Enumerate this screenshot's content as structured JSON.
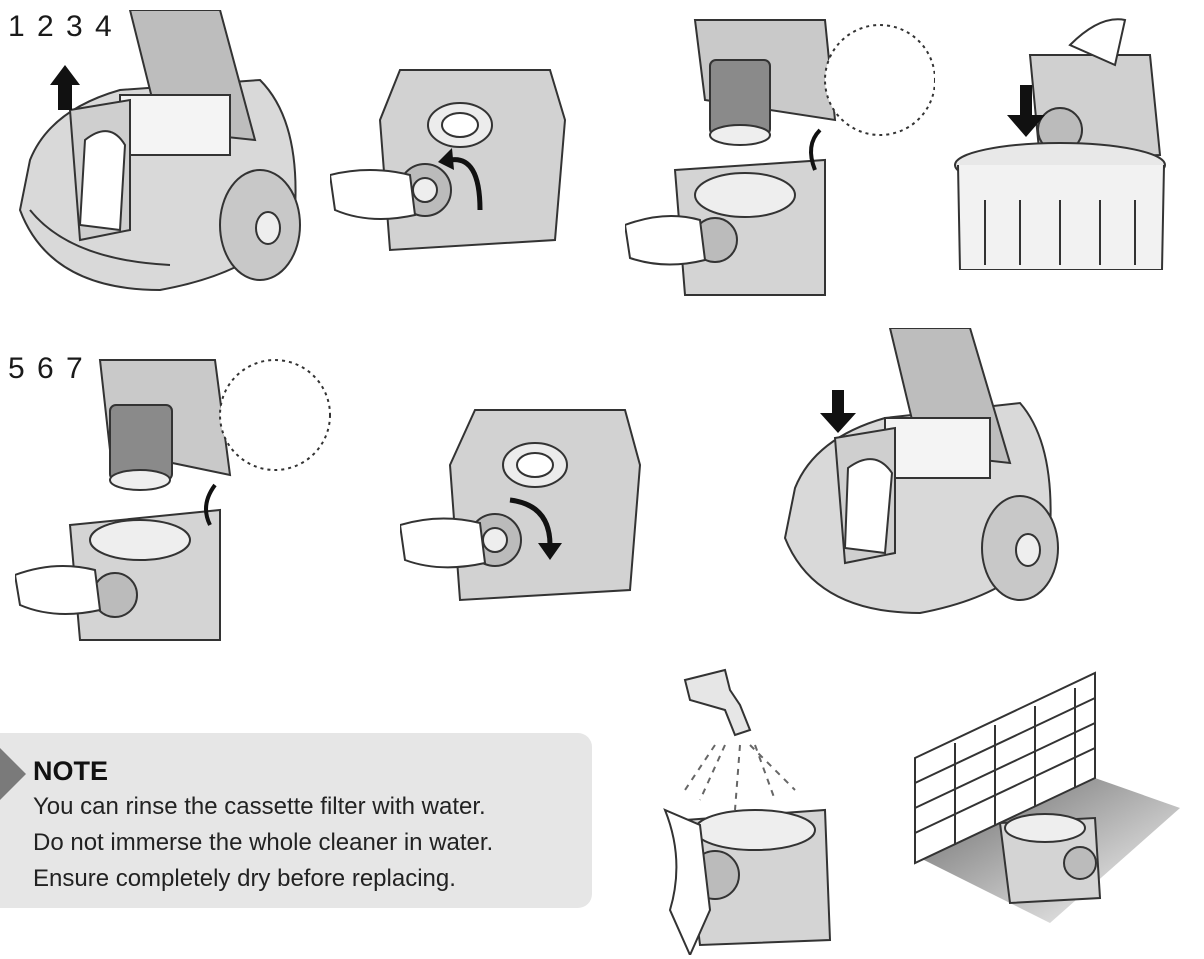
{
  "steps": {
    "row1_label": "1 2 3 4",
    "row2_label": "5 6 7"
  },
  "note": {
    "title": "NOTE",
    "lines": [
      "You can rinse the cassette filter with water.",
      "Do not immerse the whole cleaner in water.",
      "Ensure completely dry before replacing."
    ]
  },
  "illustrations": [
    "lift-cassette-from-cleaner",
    "twist-open-cassette-cap",
    "separate-filter-from-cassette",
    "empty-dust-into-bin",
    "reassemble-filter-into-cassette",
    "twist-close-cassette-cap",
    "insert-cassette-into-cleaner",
    "rinse-cassette-under-tap",
    "dry-cassette-in-shade"
  ]
}
